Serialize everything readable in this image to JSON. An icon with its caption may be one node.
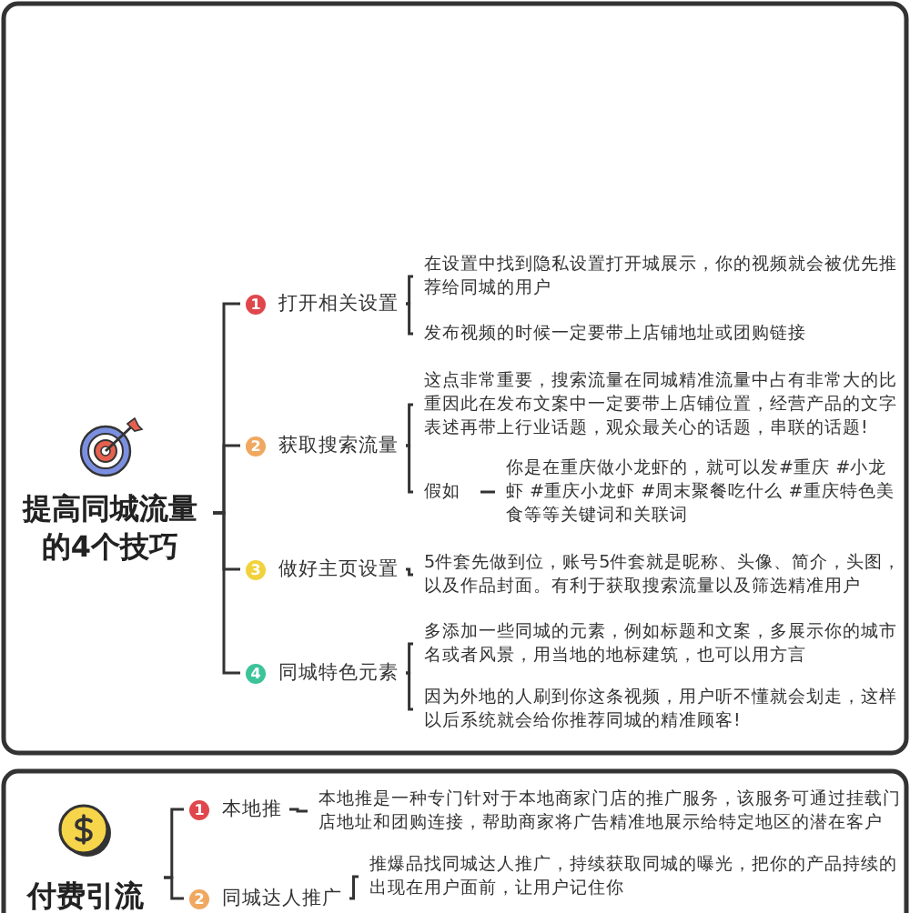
{
  "diagram": {
    "nodes": [
      {
        "text": [
          "提高同城流量的4个技巧"
        ]
      },
      {
        "text": [
          "1",
          "打开相关设置"
        ]
      },
      {
        "text": [
          "在设置中找到隐私设置打开城展示，你的视频就会被优先推荐给同城的用户"
        ]
      },
      {
        "text": [
          "发布视频的时候一定要带上店铺地址或团购链接"
        ]
      },
      {
        "text": [
          "2",
          "获取搜索流量"
        ]
      },
      {
        "text": [
          "这点非常重要，搜索流量在同城精准流量中占有非常大的比重因此在发布文案中一定要带上店铺位置，经营产品的文字表述再带上行业话题，观众最关心的话题，串联的话题!"
        ]
      },
      {
        "text": [
          "假如"
        ]
      },
      {
        "text": [
          "你是在重庆做小龙虾的，就可以发#重庆 #小龙虾 #重庆小龙虾 #周末聚餐吃什么 #重庆特色美食等等关键词和关联词"
        ]
      },
      {
        "text": [
          "3",
          "做好主页设置"
        ]
      },
      {
        "text": [
          "5件套先做到位，账号5件套就是昵称、头像、简介，头图，以及作品封面。有利于获取搜索流量以及筛选精准用户"
        ]
      },
      {
        "text": [
          "4",
          "同城特色元素"
        ]
      },
      {
        "text": [
          "多添加一些同城的元素，例如标题和文案，多展示你的城市名或者风景，用当地的地标建筑，也可以用方言"
        ]
      },
      {
        "text": [
          "因为外地的人刷到你这条视频，用户听不懂就会划走，这样以后系统就会给你推荐同城的精准顾客!"
        ]
      },
      {
        "text": [
          "付费引流"
        ]
      },
      {
        "text": [
          "1",
          "本地推"
        ]
      },
      {
        "text": [
          "本地推是一种专门针对于本地商家门店的推广服务，该服务可通过挂载门店地址和团购连接，帮助商家将广告精准地展示给特定地区的潜在客户"
        ]
      },
      {
        "text": [
          "2",
          "同城达人推广"
        ]
      },
      {
        "text": [
          "推爆品找同城达人推广，持续获取同城的曝光，把你的产品持续的出现在用户面前，让用户记住你"
        ]
      }
    ],
    "edges": [
      {
        "from": 0,
        "to": 1,
        "arrow": "none"
      },
      {
        "from": 0,
        "to": 4,
        "arrow": "none"
      },
      {
        "from": 0,
        "to": 8,
        "arrow": "none"
      },
      {
        "from": 0,
        "to": 10,
        "arrow": "none"
      },
      {
        "from": 1,
        "to": 2,
        "arrow": "none"
      },
      {
        "from": 1,
        "to": 3,
        "arrow": "none"
      },
      {
        "from": 4,
        "to": 5,
        "arrow": "none"
      },
      {
        "from": 4,
        "to": 6,
        "arrow": "none"
      },
      {
        "from": 6,
        "to": 7,
        "arrow": "none"
      },
      {
        "from": 8,
        "to": 9,
        "arrow": "none"
      },
      {
        "from": 10,
        "to": 11,
        "arrow": "none"
      },
      {
        "from": 10,
        "to": 12,
        "arrow": "none"
      },
      {
        "from": 13,
        "to": 14,
        "arrow": "none"
      },
      {
        "from": 13,
        "to": 16,
        "arrow": "none"
      },
      {
        "from": 14,
        "to": 15,
        "arrow": "none"
      },
      {
        "from": 16,
        "to": 17,
        "arrow": "none"
      }
    ]
  }
}
